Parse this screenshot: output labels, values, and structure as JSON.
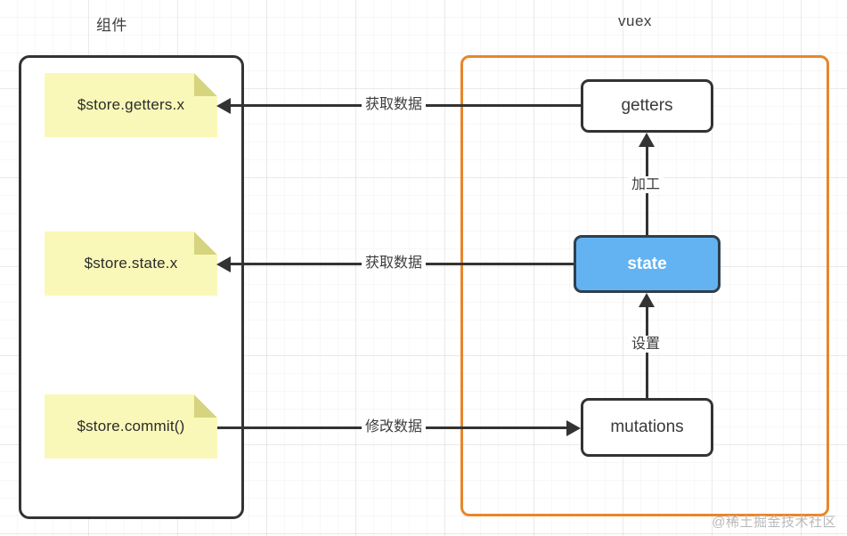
{
  "diagram": {
    "title_component": "组件",
    "title_vuex": "vuex",
    "watermark": "@稀土掘金技术社区"
  },
  "colors": {
    "note_fill": "#faf8b8",
    "note_fold": "#d6d47e",
    "state_fill": "#63b3f2",
    "vuex_border": "#e8862a",
    "node_border": "#333333",
    "grid": "#ececec"
  },
  "component_notes": [
    {
      "label": "$store.getters.x"
    },
    {
      "label": "$store.state.x"
    },
    {
      "label": "$store.commit()"
    }
  ],
  "vuex_nodes": [
    {
      "label": "getters"
    },
    {
      "label": "state"
    },
    {
      "label": "mutations"
    }
  ],
  "edges": [
    {
      "label": "获取数据",
      "from": "getters",
      "to": "$store.getters.x",
      "direction": "left"
    },
    {
      "label": "获取数据",
      "from": "state",
      "to": "$store.state.x",
      "direction": "left"
    },
    {
      "label": "修改数据",
      "from": "$store.commit()",
      "to": "mutations",
      "direction": "right"
    },
    {
      "label": "加工",
      "from": "state",
      "to": "getters",
      "direction": "up"
    },
    {
      "label": "设置",
      "from": "mutations",
      "to": "state",
      "direction": "up"
    }
  ]
}
